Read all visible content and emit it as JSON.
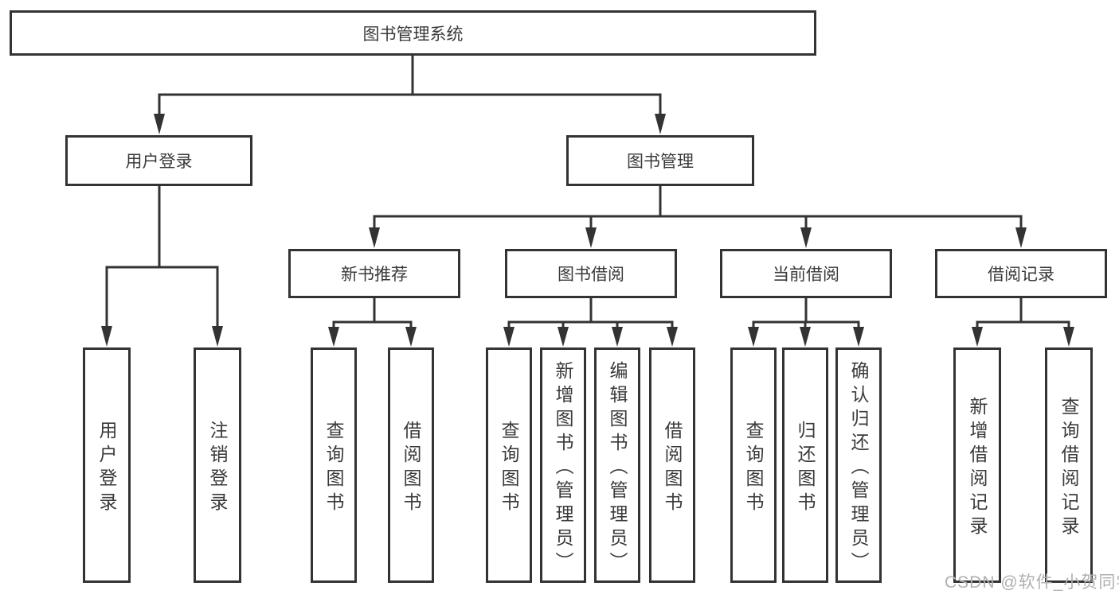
{
  "diagram": {
    "root": {
      "label": "图书管理系统"
    },
    "branches": [
      {
        "label": "用户登录",
        "children": [
          {
            "label": "用户登录"
          },
          {
            "label": "注销登录"
          }
        ]
      },
      {
        "label": "图书管理",
        "children": [
          {
            "label": "新书推荐",
            "children": [
              {
                "label": "查询图书"
              },
              {
                "label": "借阅图书"
              }
            ]
          },
          {
            "label": "图书借阅",
            "children": [
              {
                "label": "查询图书"
              },
              {
                "label": "新增图书（管理员）"
              },
              {
                "label": "编辑图书（管理员）"
              },
              {
                "label": "借阅图书"
              }
            ]
          },
          {
            "label": "当前借阅",
            "children": [
              {
                "label": "查询图书"
              },
              {
                "label": "归还图书"
              },
              {
                "label": "确认归还（管理员）"
              }
            ]
          },
          {
            "label": "借阅记录",
            "children": [
              {
                "label": "新增借阅记录"
              },
              {
                "label": "查询借阅记录"
              }
            ]
          }
        ]
      }
    ],
    "colors": {
      "line": "#333333",
      "box_border": "#333333",
      "text": "#3a3a3a",
      "background": "#ffffff",
      "watermark": "#b0b0b0"
    }
  },
  "watermark": {
    "text": "CSDN @软件_小贺同学"
  }
}
